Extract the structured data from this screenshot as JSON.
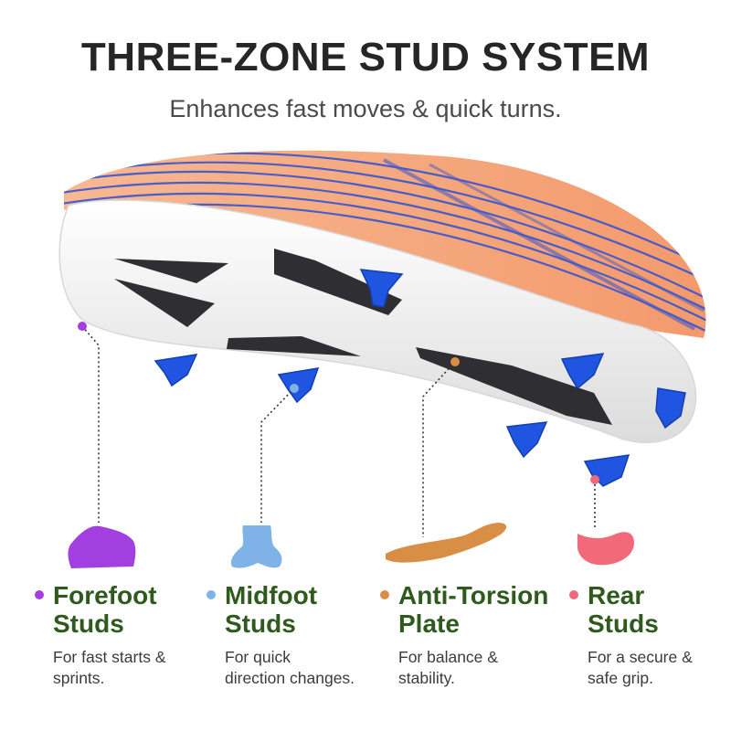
{
  "header": {
    "title": "THREE-ZONE STUD SYSTEM",
    "subtitle": "Enhances fast moves & quick turns."
  },
  "product_image": {
    "upper_color": "#f4a87c",
    "stripe_color": "#2a4fd6",
    "sole_color": "#f1f1f1",
    "plate_color": "#2e2e33",
    "stud_color": "#1f55e0"
  },
  "features": [
    {
      "heading": "Forefoot\nStuds",
      "desc": "For fast starts &\nsprints.",
      "color": "#a23fe0",
      "icon": "forefoot-stud-shape-icon"
    },
    {
      "heading": "Midfoot\nStuds",
      "desc": "For quick\ndirection changes.",
      "color": "#7fb2e6",
      "icon": "midfoot-stud-shape-icon"
    },
    {
      "heading": "Anti-Torsion\nPlate",
      "desc": "For balance &\nstability.",
      "color": "#d98e46",
      "icon": "anti-torsion-plate-shape-icon"
    },
    {
      "heading": "Rear\nStuds",
      "desc": "For a secure &\nsafe grip.",
      "color": "#f06a7a",
      "icon": "rear-stud-shape-icon"
    }
  ]
}
